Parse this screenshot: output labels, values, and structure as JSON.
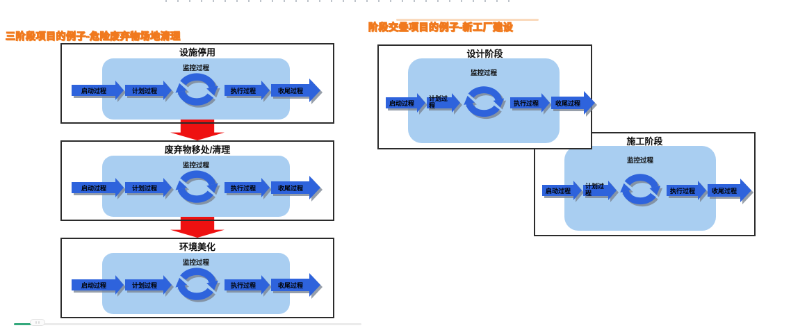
{
  "sections": {
    "left": {
      "title": "三阶段项目的例子-危险废弃物场地清理"
    },
    "right": {
      "title": "阶段交叠项目的例子-新工厂建设"
    }
  },
  "process_labels": {
    "initiating": "启动过程",
    "planning": "计划过程",
    "monitoring": "监控过程",
    "executing": "执行过程",
    "closing": "收尾过程"
  },
  "boxes": [
    {
      "title": "设施停用"
    },
    {
      "title": "废弃物移处/清理"
    },
    {
      "title": "环境美化"
    },
    {
      "title": "设计阶段"
    },
    {
      "title": "施工阶段"
    }
  ],
  "connectors": {
    "shape": "red-down-arrow",
    "count": 2
  },
  "slider": {
    "progress_percent": 6
  },
  "colors": {
    "arrow_blue": "#2E63DC",
    "panel_blue": "#A9CEF1",
    "connector_red": "#EE1111",
    "wordart_orange": "#F0791E",
    "slider_green": "#35A97D",
    "box_border": "#2B2B2B"
  }
}
